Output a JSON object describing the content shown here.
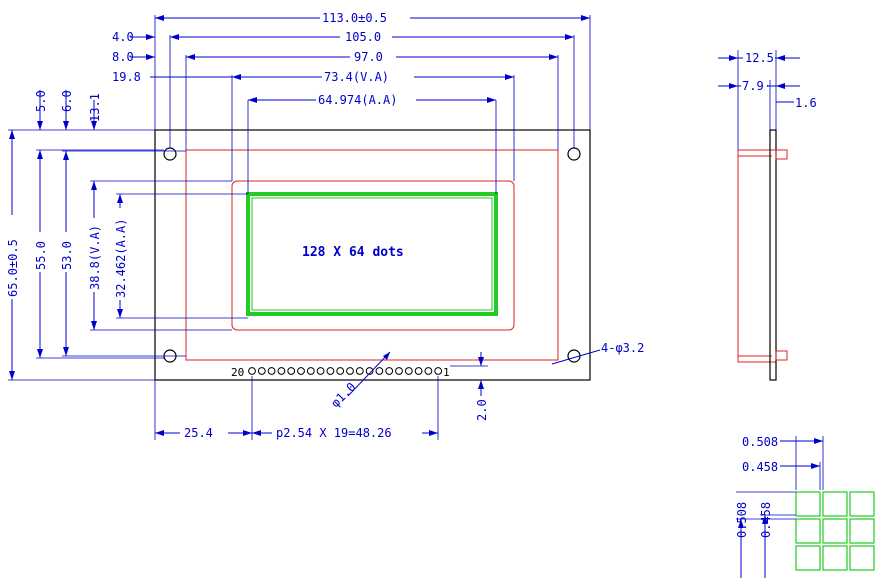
{
  "dims": {
    "overall_width": "113.0±0.5",
    "hole_pitch_w": "105.0",
    "red_w": "97.0",
    "va_w": "73.4(V.A)",
    "aa_w": "64.974(A.A)",
    "off_4": "4.0",
    "off_8": "8.0",
    "off_19_8": "19.8",
    "overall_height": "65.0±0.5",
    "hole_pitch_h": "55.0",
    "red_h": "53.0",
    "va_h": "38.8(V.A)",
    "aa_h": "32.462(A.A)",
    "off_5": "5.0",
    "off_6": "6.0",
    "off_13_1": "13.1",
    "holes": "4-φ3.2",
    "pin_dia": "φ1.0",
    "pin_offset": "2.0",
    "pin_start": "25.4",
    "pin_pitch": "p2.54 X 19=48.26",
    "side_total": "12.5",
    "side_7_9": "7.9",
    "side_1_6": "1.6",
    "dot_508_h": "0.508",
    "dot_458_h": "0.458",
    "dot_508_v": "0.508",
    "dot_458_v": "0.458"
  },
  "display_text": "128 X 64 dots",
  "pins": {
    "first": "20",
    "last": "1"
  }
}
